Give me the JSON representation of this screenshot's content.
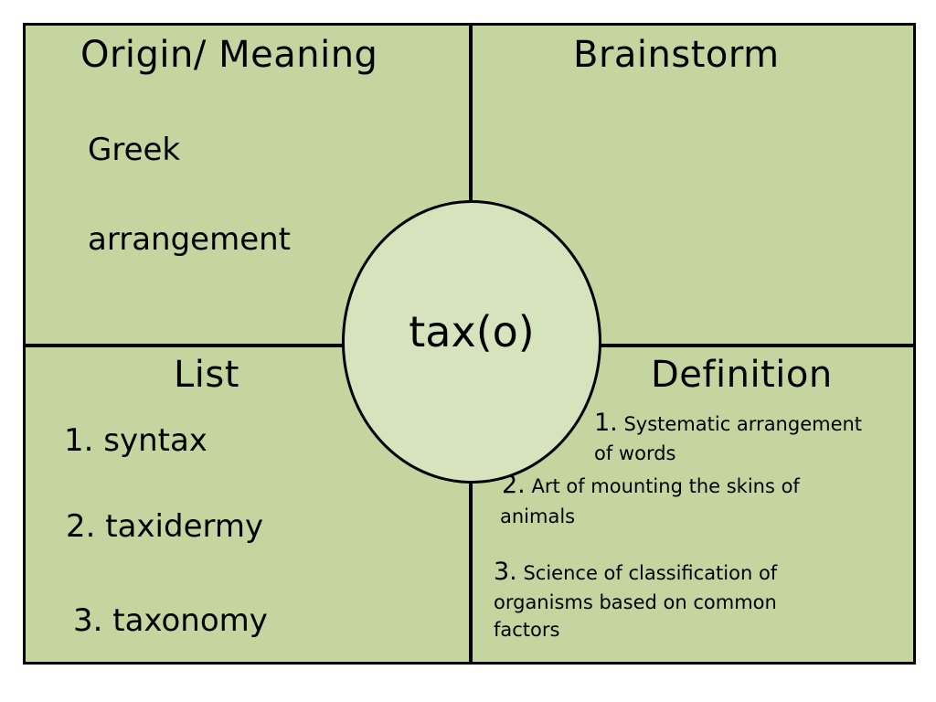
{
  "center": {
    "word": "tax(o)"
  },
  "origin": {
    "heading": "Origin/ Meaning",
    "items": [
      "Greek",
      "arrangement"
    ]
  },
  "brainstorm": {
    "heading": "Brainstorm"
  },
  "list": {
    "heading": "List",
    "items": [
      "1. syntax",
      "2. taxidermy",
      "3. taxonomy"
    ]
  },
  "definition": {
    "heading": "Definition",
    "items": [
      {
        "num": "1.",
        "text": "Systematic arrangement",
        "cont": "of words"
      },
      {
        "num": "2.",
        "text": "Art of mounting the skins of",
        "cont": "animals"
      },
      {
        "num": "3.",
        "text": "Science of classification of",
        "cont": "organisms based on common",
        "cont2": "factors"
      }
    ]
  },
  "colors": {
    "quadrant_fill": "#c5d59f",
    "circle_fill": "#d7e3bd",
    "line": "#000000"
  }
}
